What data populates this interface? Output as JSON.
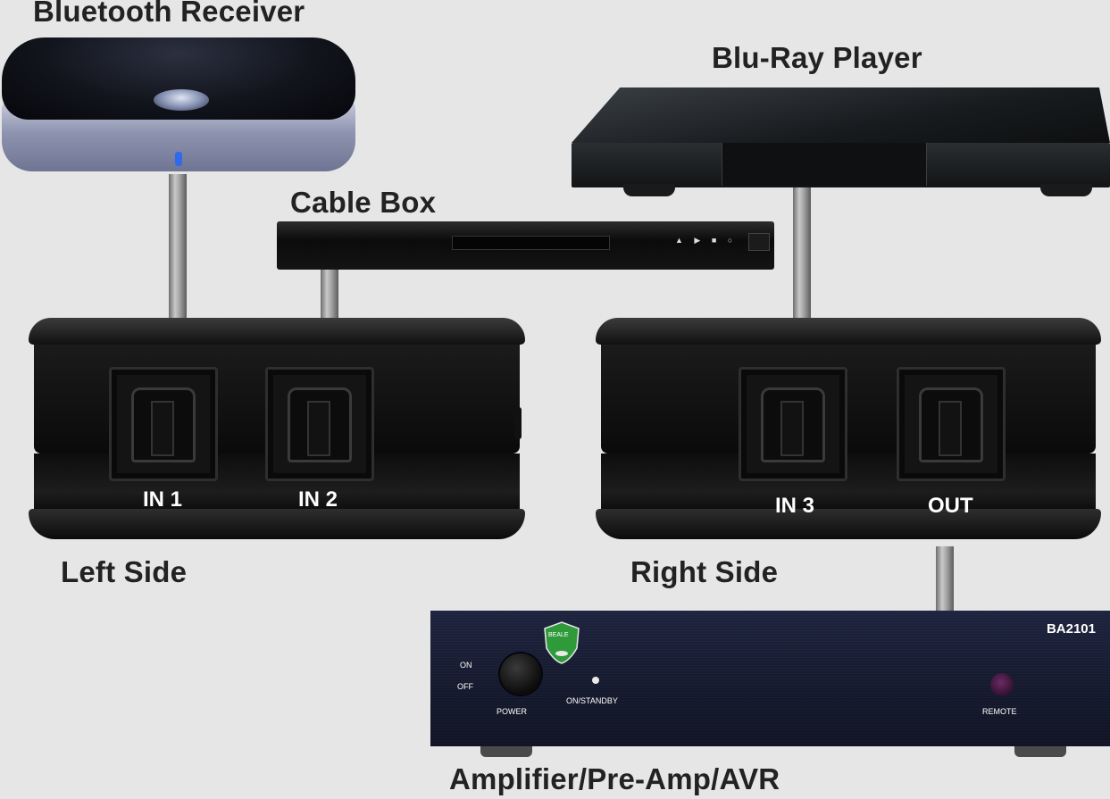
{
  "labels": {
    "bluetooth": "Bluetooth Receiver",
    "bluray": "Blu-Ray Player",
    "cablebox": "Cable Box",
    "left_side": "Left Side",
    "right_side": "Right Side",
    "amplifier": "Amplifier/Pre-Amp/AVR"
  },
  "ports": {
    "in1": "IN 1",
    "in2": "IN 2",
    "in3": "IN 3",
    "out": "OUT"
  },
  "amp_panel": {
    "model": "BA2101",
    "power": "POWER",
    "on": "ON",
    "off": "OFF",
    "standby": "ON/STANDBY",
    "remote": "REMOTE",
    "logo_text": "BEALE"
  },
  "colors": {
    "background": "#e6e6e6",
    "led_blue": "#2f6be8",
    "logo_green": "#2f9a3a"
  }
}
